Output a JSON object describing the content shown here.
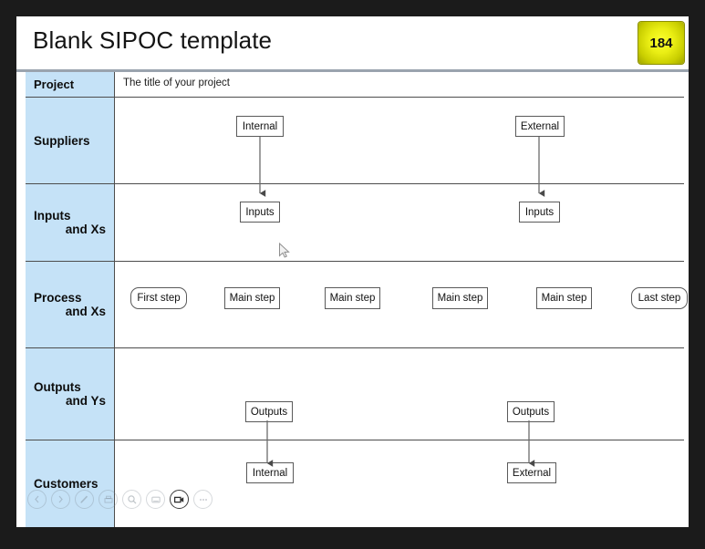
{
  "slide": {
    "title": "Blank SIPOC template",
    "page_badge": "184",
    "badge_color": "#eaee14",
    "label_column_color": "#c5e2f7"
  },
  "table": {
    "rows": [
      {
        "label_line1": "Project",
        "label_line2": "",
        "value": "The title of your project"
      },
      {
        "label_line1": "Suppliers",
        "label_line2": ""
      },
      {
        "label_line1": "Inputs",
        "label_line2": "and Xs"
      },
      {
        "label_line1": "Process",
        "label_line2": "and Xs"
      },
      {
        "label_line1": "Outputs",
        "label_line2": "and Ys"
      },
      {
        "label_line1": "Customers",
        "label_line2": ""
      }
    ]
  },
  "diagram": {
    "suppliers": [
      {
        "label": "Internal"
      },
      {
        "label": "External"
      }
    ],
    "inputs": [
      {
        "label": "Inputs"
      },
      {
        "label": "Inputs"
      }
    ],
    "process_steps": [
      {
        "label": "First step",
        "shape": "rounded"
      },
      {
        "label": "Main step",
        "shape": "rect"
      },
      {
        "label": "Main step",
        "shape": "rect"
      },
      {
        "label": "Main step",
        "shape": "rect"
      },
      {
        "label": "Main step",
        "shape": "rect"
      },
      {
        "label": "Last step",
        "shape": "rounded"
      }
    ],
    "outputs": [
      {
        "label": "Outputs"
      },
      {
        "label": "Outputs"
      }
    ],
    "customers": [
      {
        "label": "Internal"
      },
      {
        "label": "External"
      }
    ]
  },
  "toolbar": {
    "items": [
      {
        "name": "previous-slide-icon",
        "state": "dim"
      },
      {
        "name": "next-slide-icon",
        "state": "dim"
      },
      {
        "name": "pen-icon",
        "state": "dim"
      },
      {
        "name": "print-icon",
        "state": "dim"
      },
      {
        "name": "zoom-icon",
        "state": "dim"
      },
      {
        "name": "slide-view-icon",
        "state": "dim"
      },
      {
        "name": "camera-icon",
        "state": "active"
      },
      {
        "name": "more-options-icon",
        "state": "dim"
      }
    ]
  }
}
